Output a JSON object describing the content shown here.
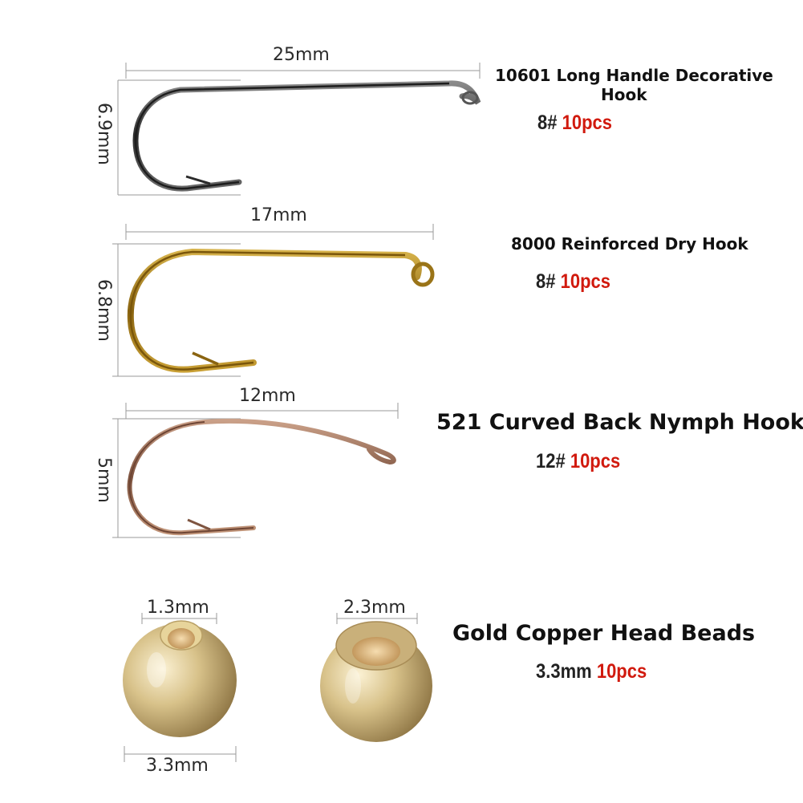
{
  "hooks": [
    {
      "name": "10601 Long Handle Decorative",
      "name_line2": "Hook",
      "size": "8#",
      "quantity": "10pcs",
      "length": "25mm",
      "height": "6.9mm",
      "color": "#3a3a3a"
    },
    {
      "name": "8000 Reinforced Dry Hook",
      "size": "8#",
      "quantity": "10pcs",
      "length": "17mm",
      "height": "6.8mm",
      "color": "#a07a1a"
    },
    {
      "name": "521 Curved Back Nymph Hook",
      "size": "12#",
      "quantity": "10pcs",
      "length": "12mm",
      "height": "5mm",
      "color": "#a97a5e"
    }
  ],
  "beads": {
    "name": "Gold Copper Head Beads",
    "size": "3.3mm",
    "quantity": "10pcs",
    "hole_small": "1.3mm",
    "hole_large": "2.3mm",
    "diameter": "3.3mm",
    "color": "#d9c48f"
  },
  "colors": {
    "accent_red": "#d11a0e",
    "text": "#111111"
  }
}
